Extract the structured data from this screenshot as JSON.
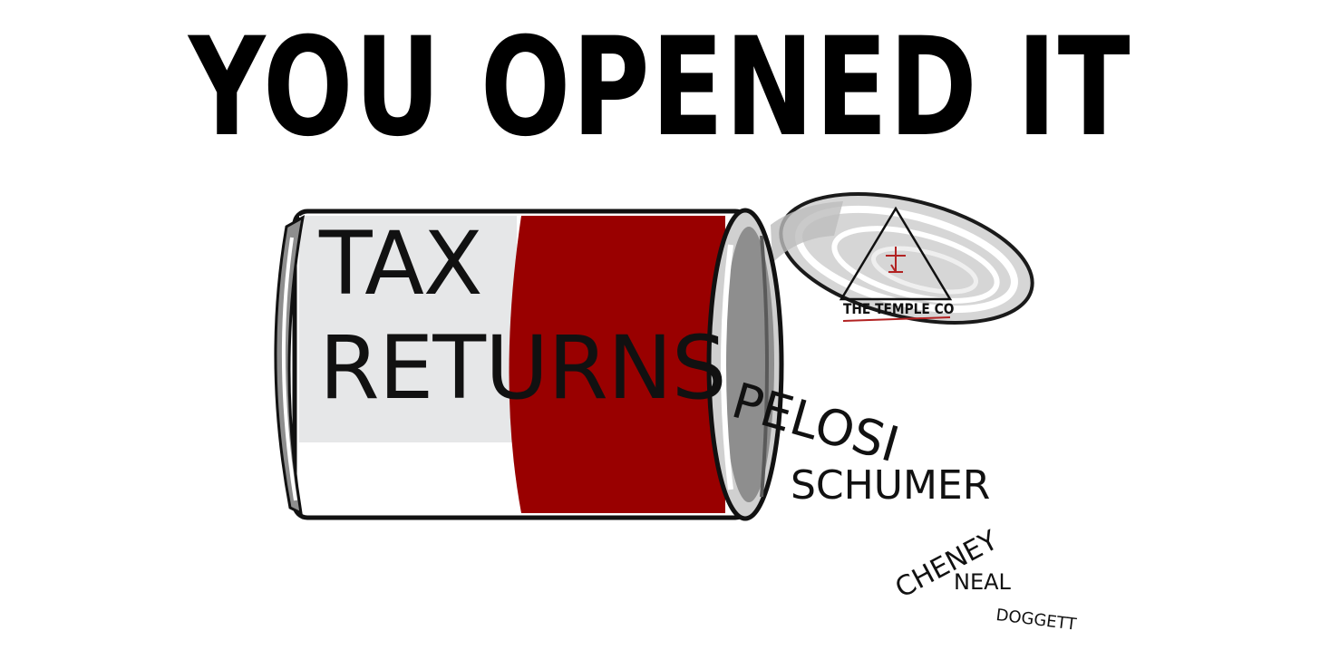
{
  "headline": "YOU OPENED IT",
  "can": {
    "label_line1": "TAX",
    "label_line2": "RETURNS",
    "colors": {
      "label_light": "#e6e7e8",
      "label_red": "#990000",
      "metal_shadow": "#8e8e8e",
      "metal_light": "#d0d0d0"
    }
  },
  "lid": {
    "logo_icon": "triangle-glyph-icon",
    "brand_text": "THE TEMPLE CO",
    "accent": "#b22222"
  },
  "spilled_names": [
    "PELOSI",
    "SCHUMER",
    "CHENEY",
    "NEAL",
    "DOGGETT"
  ]
}
